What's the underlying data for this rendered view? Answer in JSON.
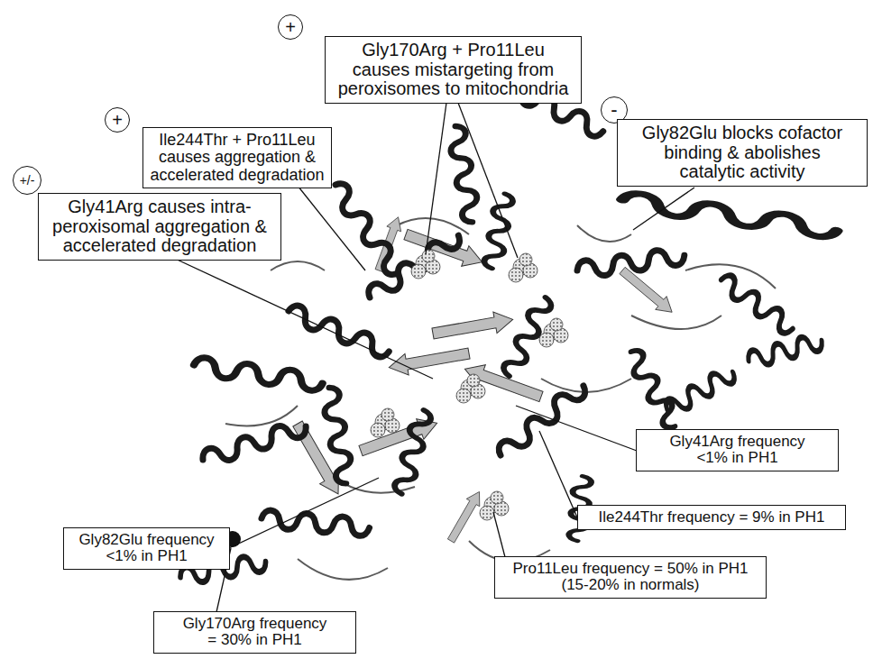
{
  "diagram": {
    "nodes": [
      {
        "text": [
          "+"
        ]
      },
      {
        "text": [
          "Gly170Arg + Pro11Leu causes mistargeting from peroxisomes to mitochondria"
        ]
      },
      {
        "text": [
          "-"
        ]
      },
      {
        "text": [
          "Gly82Glu blocks cofactor binding & abolishes catalytic activity"
        ]
      },
      {
        "text": [
          "+"
        ]
      },
      {
        "text": [
          "Ile244Thr + Pro11Leu causes aggregation & accelerated degradation"
        ]
      },
      {
        "text": [
          "+/-"
        ]
      },
      {
        "text": [
          "Gly41Arg causes intra-peroxisomal aggregation & accelerated degradation"
        ]
      },
      {
        "text": [
          "Gly41Arg frequency <1% in PH1"
        ]
      },
      {
        "text": [
          "Ile244Thr frequency = 9% in PH1"
        ]
      },
      {
        "text": [
          "Gly82Glu frequency <1% in PH1"
        ]
      },
      {
        "text": [
          "Pro11Leu frequency = 50% in PH1 (15-20% in normals)"
        ]
      },
      {
        "text": [
          "Gly170Arg frequency = 30% in PH1"
        ]
      }
    ]
  }
}
